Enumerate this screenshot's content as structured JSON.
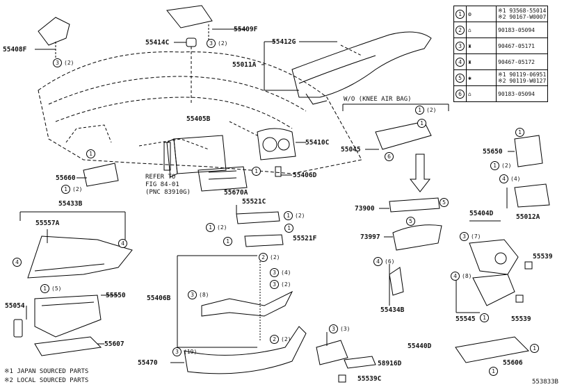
{
  "labels": {
    "p55408F": "55408F",
    "p55409F": "55409F",
    "p55414C": "55414C",
    "p55412G": "55412G",
    "p55011A": "55011A",
    "p55405B": "55405B",
    "p55410C": "55410C",
    "p55406D": "55406D",
    "p55660": "55660",
    "p55670A": "55670A",
    "p55433B": "55433B",
    "p55557A": "55557A",
    "p55521C": "55521C",
    "p55521F": "55521F",
    "p55045": "55045",
    "p73900": "73900",
    "p73997": "73997",
    "p55650": "55650",
    "p55012A": "55012A",
    "p55404D": "55404D",
    "p55539a": "55539",
    "p55539b": "55539",
    "p55434B": "55434B",
    "p55545": "55545",
    "p55406B": "55406B",
    "p55550": "55550",
    "p55054": "55054",
    "p55607": "55607",
    "p55470": "55470",
    "p55440D": "55440D",
    "p58916D": "58916D",
    "p55539C": "55539C",
    "p55606": "55606"
  },
  "refer": [
    "REFER TO",
    "FIG 84-01",
    "(PNC 83910G)"
  ],
  "condition": "W/O (KNEE AIR BAG)",
  "legend": [
    {
      "num": "1",
      "part": "※1 93568-55014\n※2 90167-W0007"
    },
    {
      "num": "2",
      "part": "90183-05094"
    },
    {
      "num": "3",
      "part": "90467-05171"
    },
    {
      "num": "4",
      "part": "90467-05172"
    },
    {
      "num": "5",
      "part": "※1 90119-06951\n※2 90119-W0127"
    },
    {
      "num": "6",
      "part": "90183-05094"
    }
  ],
  "notes": [
    "※1 JAPAN SOURCED PARTS",
    "※2 LOCAL SOURCED PARTS"
  ],
  "figure_id": "553833B",
  "callouts": {
    "c1": "1",
    "c2": "2",
    "c3": "3",
    "c4": "4",
    "c5": "5",
    "c6": "6"
  },
  "qty": {
    "q2": "(2)",
    "q3": "(3)",
    "q4": "(4)",
    "q5": "(5)",
    "q6": "(6)",
    "q7": "(7)",
    "q8": "(8)",
    "q19": "(19)"
  }
}
